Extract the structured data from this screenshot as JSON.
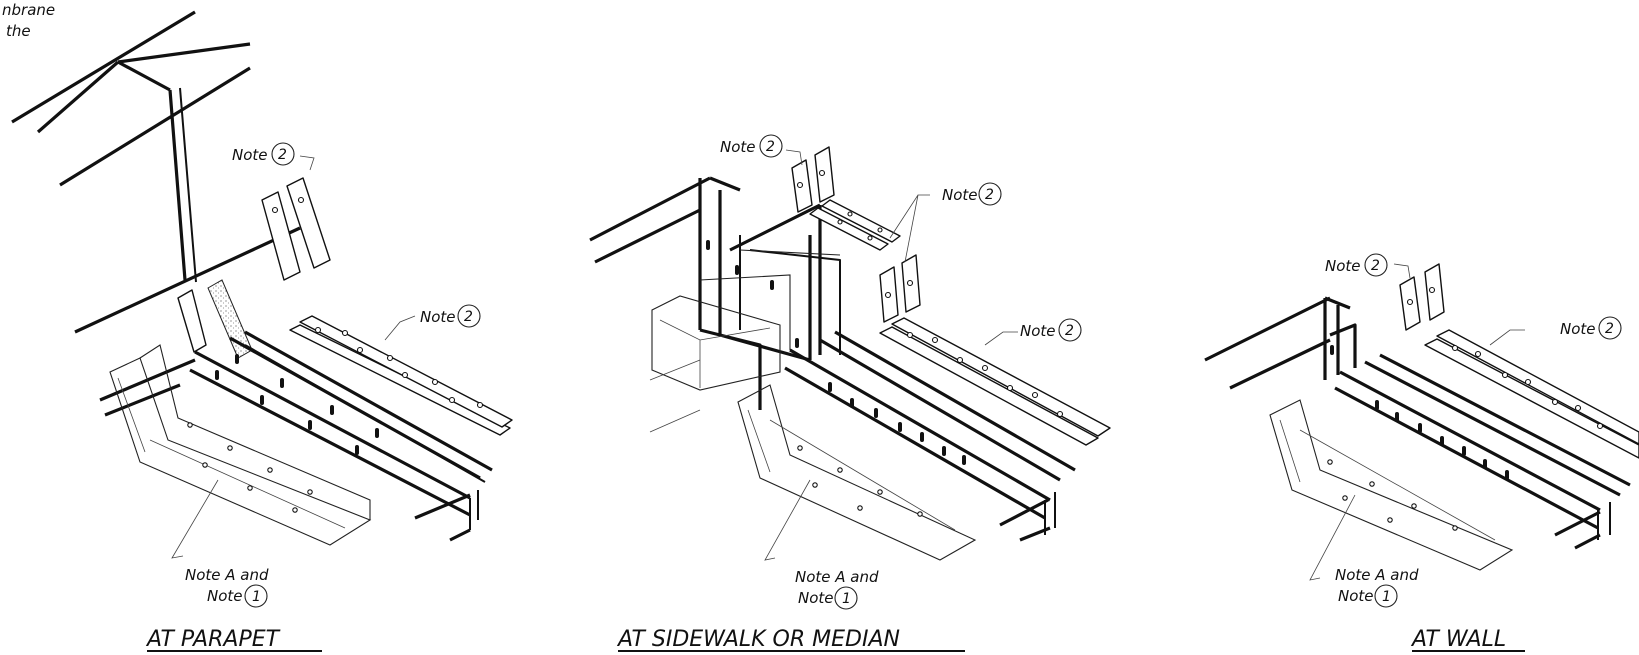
{
  "corner_note": {
    "line1": "nbrane",
    "line2": "the"
  },
  "panels": [
    {
      "title": "AT PARAPET",
      "notes": {
        "note_label": "Note",
        "note_num": "2",
        "note_a_line1": "Note A  and",
        "note_a_line2": "Note",
        "note_a_num": "1"
      }
    },
    {
      "title": "AT SIDEWALK OR MEDIAN",
      "notes": {
        "note_label": "Note",
        "note_num": "2",
        "note_a_line1": "Note A  and",
        "note_a_line2": "Note",
        "note_a_num": "1"
      }
    },
    {
      "title": "AT WALL",
      "notes": {
        "note_label": "Note",
        "note_num": "2",
        "note_a_line1": "Note A  and",
        "note_a_line2": "Note",
        "note_a_num": "1"
      }
    }
  ]
}
